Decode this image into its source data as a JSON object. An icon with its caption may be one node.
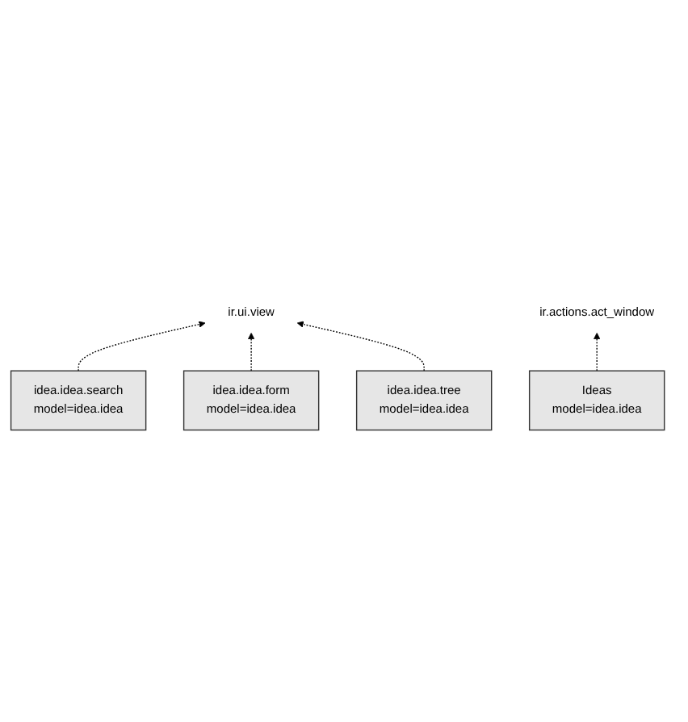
{
  "diagram": {
    "nodes": [
      {
        "text": [
          "ir.ui.view"
        ]
      },
      {
        "text": [
          "idea.idea.search",
          "model=idea.idea"
        ]
      },
      {
        "text": [
          "idea.idea.form",
          "model=idea.idea"
        ]
      },
      {
        "text": [
          "idea.idea.tree",
          "model=idea.idea"
        ]
      },
      {
        "text": [
          "ir.actions.act_window"
        ]
      },
      {
        "text": [
          "Ideas",
          "model=idea.idea"
        ]
      }
    ],
    "edges": [
      {
        "from": 1,
        "to": 0,
        "arrow": "to",
        "style": "dashed"
      },
      {
        "from": 2,
        "to": 0,
        "arrow": "to",
        "style": "dashed"
      },
      {
        "from": 3,
        "to": 0,
        "arrow": "to",
        "style": "dashed"
      },
      {
        "from": 5,
        "to": 4,
        "arrow": "to",
        "style": "dashed"
      }
    ]
  }
}
